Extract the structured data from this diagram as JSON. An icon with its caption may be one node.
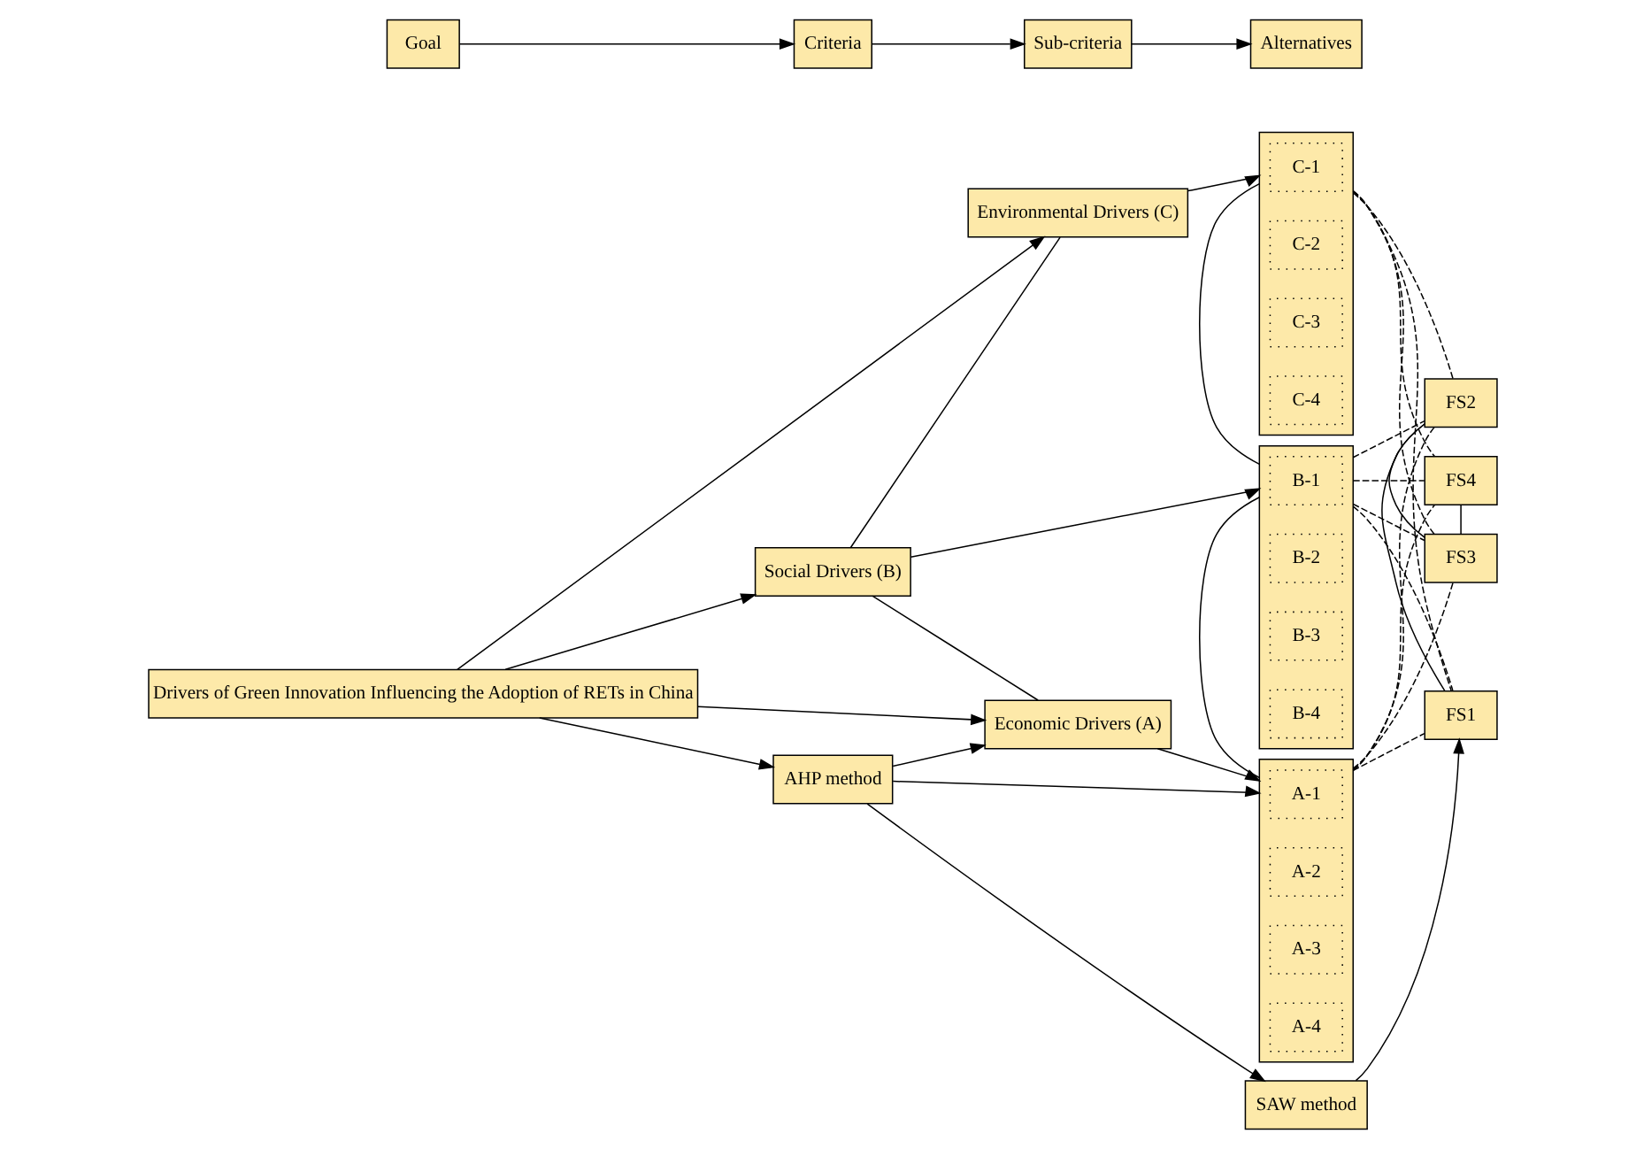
{
  "diagram": {
    "nodes": [
      {
        "text": [
          "Drivers of Green Innovation Influencing the Adoption of RETs in China"
        ]
      },
      {
        "text": [
          "Environmental Drivers (C)"
        ]
      },
      {
        "text": [
          "Social Drivers (B)"
        ]
      },
      {
        "text": [
          "Economic Drivers (A)"
        ]
      },
      {
        "text": [],
        "shape": "box"
      },
      {
        "text": [
          "C-1"
        ],
        "in": 4
      },
      {
        "text": [
          "C-2"
        ],
        "in": 4
      },
      {
        "text": [
          "C-3"
        ],
        "in": 4
      },
      {
        "text": [
          "C-4"
        ],
        "in": 4
      },
      {
        "text": [],
        "shape": "box"
      },
      {
        "text": [
          "B-1"
        ],
        "in": 9
      },
      {
        "text": [
          "B-2"
        ],
        "in": 9
      },
      {
        "text": [
          "B-3"
        ],
        "in": 9
      },
      {
        "text": [
          "B-4"
        ],
        "in": 9
      },
      {
        "text": [],
        "shape": "box"
      },
      {
        "text": [
          "A-1"
        ],
        "in": 14
      },
      {
        "text": [
          "A-2"
        ],
        "in": 14
      },
      {
        "text": [
          "A-3"
        ],
        "in": 14
      },
      {
        "text": [
          "A-4"
        ],
        "in": 14
      },
      {
        "text": [
          "FS4"
        ]
      },
      {
        "text": [
          "FS3"
        ]
      },
      {
        "text": [
          "FS2"
        ]
      },
      {
        "text": [
          "FS1"
        ]
      },
      {
        "text": [
          "AHP method"
        ]
      },
      {
        "text": [
          "SAW method"
        ]
      },
      {
        "text": [
          "Goal"
        ]
      },
      {
        "text": [
          "Criteria"
        ]
      },
      {
        "text": [
          "Sub-criteria"
        ]
      },
      {
        "text": [
          "Alternatives"
        ]
      }
    ],
    "edges": [
      {
        "from": 0,
        "to": 1,
        "arrow": "to"
      },
      {
        "from": 0,
        "to": 2,
        "arrow": "to"
      },
      {
        "from": 0,
        "to": 3,
        "arrow": "to"
      },
      {
        "from": 1,
        "to": 4,
        "arrow": "to"
      },
      {
        "from": 2,
        "to": 9,
        "arrow": "to"
      },
      {
        "from": 3,
        "to": 14,
        "arrow": "to"
      },
      {
        "from": 1,
        "to": 2,
        "arrow": "none"
      },
      {
        "from": 2,
        "to": 3,
        "arrow": "none"
      },
      {
        "from": 4,
        "to": 9,
        "arrow": "none"
      },
      {
        "from": 9,
        "to": 14,
        "arrow": "none"
      },
      {
        "from": 4,
        "to": 19,
        "arrow": "none",
        "style": "dashed"
      },
      {
        "from": 4,
        "to": 20,
        "arrow": "none",
        "style": "dashed"
      },
      {
        "from": 4,
        "to": 21,
        "arrow": "none",
        "style": "dashed"
      },
      {
        "from": 4,
        "to": 22,
        "arrow": "none",
        "style": "dashed"
      },
      {
        "from": 9,
        "to": 19,
        "arrow": "none",
        "style": "dashed"
      },
      {
        "from": 9,
        "to": 20,
        "arrow": "none",
        "style": "dashed"
      },
      {
        "from": 9,
        "to": 21,
        "arrow": "none",
        "style": "dashed"
      },
      {
        "from": 9,
        "to": 22,
        "arrow": "none",
        "style": "dashed"
      },
      {
        "from": 14,
        "to": 19,
        "arrow": "none",
        "style": "dashed"
      },
      {
        "from": 14,
        "to": 20,
        "arrow": "none",
        "style": "dashed"
      },
      {
        "from": 14,
        "to": 21,
        "arrow": "none",
        "style": "dashed"
      },
      {
        "from": 14,
        "to": 22,
        "arrow": "none",
        "style": "dashed"
      },
      {
        "from": 19,
        "to": 20,
        "arrow": "none"
      },
      {
        "from": 20,
        "to": 21,
        "arrow": "none"
      },
      {
        "from": 21,
        "to": 22,
        "arrow": "none"
      },
      {
        "from": 0,
        "to": 23,
        "arrow": "to"
      },
      {
        "from": 23,
        "to": 24,
        "arrow": "to"
      },
      {
        "from": 23,
        "to": 3,
        "arrow": "to"
      },
      {
        "from": 23,
        "to": 14,
        "arrow": "to"
      },
      {
        "from": 24,
        "to": 22,
        "arrow": "to"
      },
      {
        "from": 25,
        "to": 26,
        "arrow": "to"
      },
      {
        "from": 26,
        "to": 27,
        "arrow": "to"
      },
      {
        "from": 27,
        "to": 28,
        "arrow": "to"
      }
    ]
  }
}
